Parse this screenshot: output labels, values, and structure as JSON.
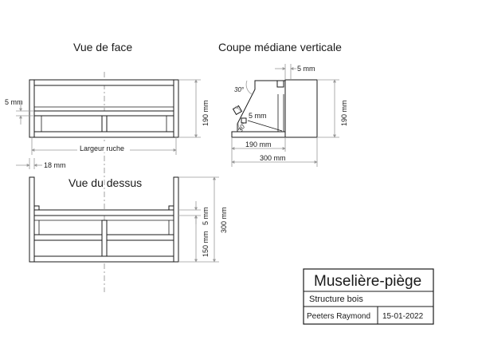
{
  "views": {
    "front_title": "Vue de face",
    "section_title": "Coupe médiane verticale",
    "top_title": "Vue du dessus"
  },
  "dimensions": {
    "front_slot": "5 mm",
    "front_height": "190 mm",
    "front_width": "Largeur ruche",
    "front_side": "18 mm",
    "section_top_gap": "5 mm",
    "section_height": "190 mm",
    "section_angle_top": "30°",
    "section_inner_gap": "5 mm",
    "section_angle_bottom": "30°",
    "section_depth": "190 mm",
    "section_total": "300 mm",
    "top_gap": "5 mm",
    "top_depth": "150 mm",
    "top_total": "300 mm"
  },
  "title_block": {
    "name": "Muselière-piège",
    "subtitle": "Structure bois",
    "author": "Peeters Raymond",
    "date": "15-01-2022"
  }
}
